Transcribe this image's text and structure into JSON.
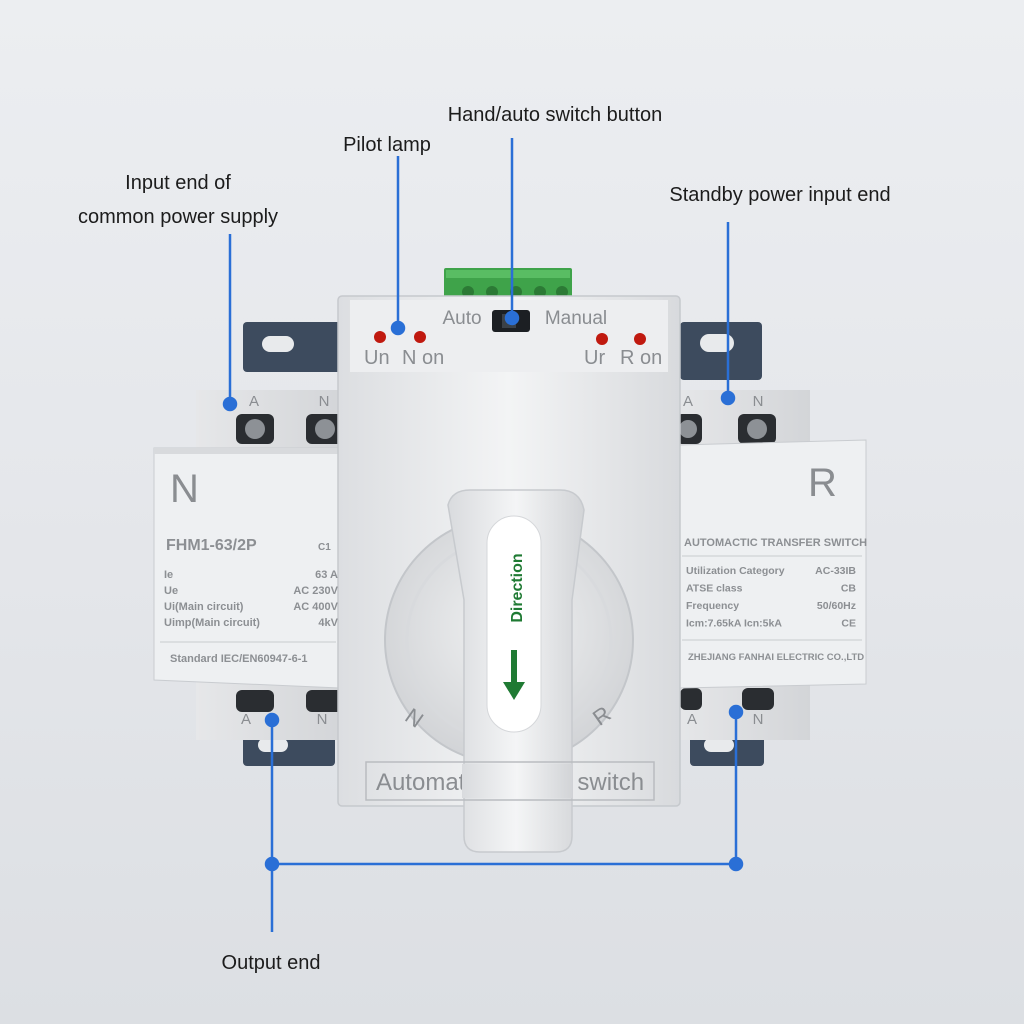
{
  "callouts": {
    "hand_auto": "Hand/auto switch button",
    "pilot_lamp": "Pilot lamp",
    "input_common_line1": "Input end of",
    "input_common_line2": "common power supply",
    "standby_input": "Standby power input end",
    "output_end": "Output end"
  },
  "device": {
    "top_panel": {
      "auto": "Auto",
      "manual": "Manual",
      "un": "Un",
      "n_on": "N on",
      "ur": "Ur",
      "r_on": "R on"
    },
    "terminal_labels": {
      "a": "A",
      "n": "N"
    },
    "left_module": {
      "letter": "N",
      "model": "FHM1-63/2P",
      "curve": "C1",
      "specs": [
        {
          "label": "Ie",
          "value": "63 A"
        },
        {
          "label": "Ue",
          "value": "AC 230V"
        },
        {
          "label": "Ui(Main circuit)",
          "value": "AC 400V"
        },
        {
          "label": "Uimp(Main circuit)",
          "value": "4kV"
        }
      ],
      "standard": "Standard IEC/EN60947-6-1"
    },
    "right_module": {
      "letter": "R",
      "title": "AUTOMACTIC TRANSFER SWITCH",
      "specs": [
        {
          "label": "Utilization Category",
          "value": "AC-33IB"
        },
        {
          "label": "ATSE class",
          "value": "CB"
        },
        {
          "label": "Frequency",
          "value": "50/60Hz"
        },
        {
          "label": "Icm:7.65kA  Icn:5kA",
          "value": "CE"
        }
      ],
      "maker": "ZHEJIANG FANHAI ELECTRIC CO.,LTD"
    },
    "handle_label": "Direction",
    "dial_left": "N",
    "dial_right": "R",
    "bottom_plate": "Automatic transfer switch"
  },
  "colors": {
    "callout_line": "#2a6fd6",
    "lamp": "#c0190f",
    "terminal_green": "#3fa34a",
    "bracket": "#3d4b5e",
    "arrow": "#1f7a33"
  }
}
